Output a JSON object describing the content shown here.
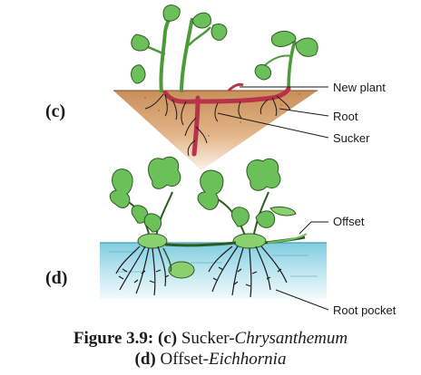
{
  "panels": {
    "c": "(c)",
    "d": "(d)"
  },
  "labels": {
    "new_plant": "New plant",
    "root": "Root",
    "sucker": "Sucker",
    "offset": "Offset",
    "root_pocket": "Root pocket"
  },
  "caption": {
    "figure_number": "Figure 3.9:",
    "part_c": "(c)",
    "part_c_text": "Sucker-",
    "part_c_species": "Chrysanthemum",
    "part_d": "(d)",
    "part_d_text": "Offset-",
    "part_d_species": "Eichhornia"
  },
  "colors": {
    "soil": "#c98f5a",
    "soil_light": "#f0ddc4",
    "water": "#8ed4e4",
    "water_light": "#e8f6fa",
    "leaf": "#6cc05a",
    "stem_sucker": "#b8324a",
    "roots": "#1a1a1a"
  }
}
